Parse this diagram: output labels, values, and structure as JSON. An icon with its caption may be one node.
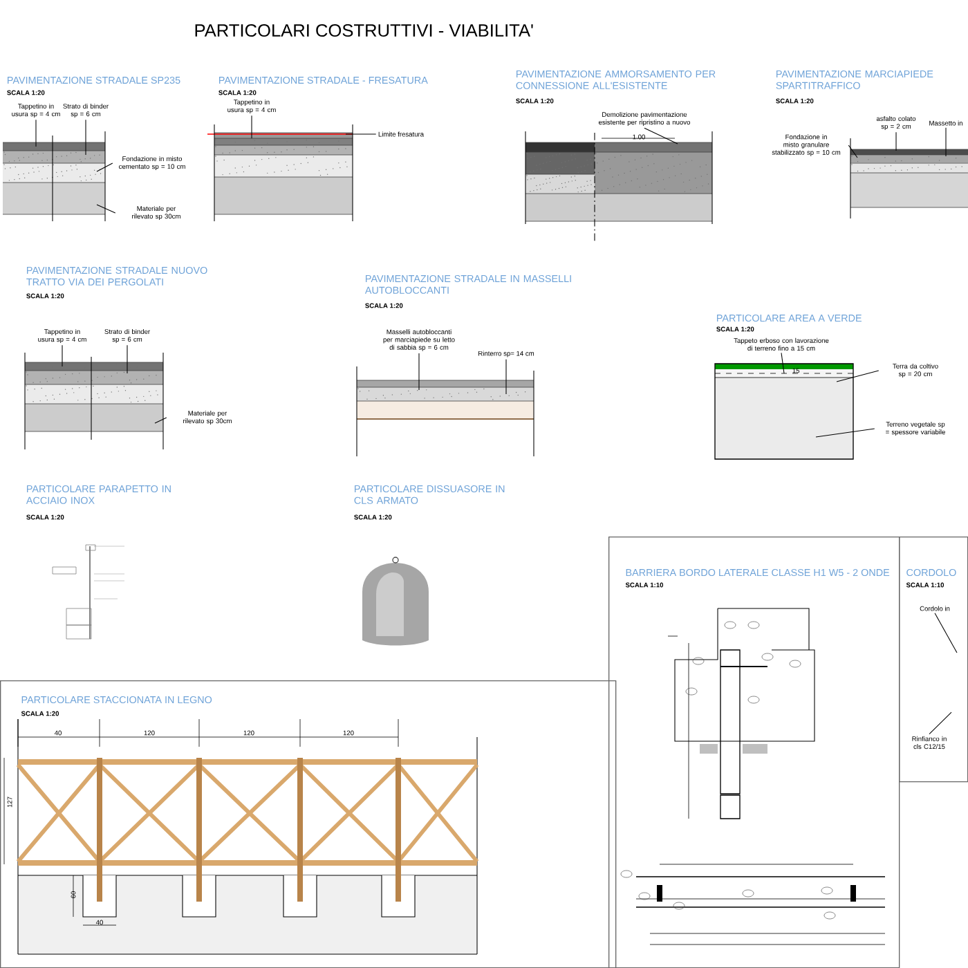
{
  "diagram": {
    "title": "PARTICOLARI COSTRUTTIVI - VIABILITA'",
    "nodes": [
      {
        "text": [
          "PARTICOLARE STACCIONATA IN LEGNO",
          "SCALA 1:20"
        ]
      },
      {
        "text": [
          "BARRIERA BORDO LATERALE CLASSE H1 W5 - 2 ONDE",
          "SCALA 1:10"
        ]
      },
      {
        "text": [
          "CORDOLO",
          "SCALA 1:10"
        ]
      },
      {
        "text": [
          "Tappetino in usura sp = 4 cm"
        ]
      },
      {
        "text": [
          "Strato di binder sp = 6 cm"
        ]
      },
      {
        "text": [
          "Fondazione in misto cementato sp = 10 cm"
        ]
      },
      {
        "text": [
          "Materiale per rilevato sp 30cm"
        ]
      },
      {
        "text": [
          "Tappetino in usura sp = 4 cm"
        ]
      },
      {
        "text": [
          "Limite fresatura"
        ]
      },
      {
        "text": [
          "Demolizione pavimentazione esistente per ripristino a nuovo"
        ]
      },
      {
        "text": [
          "asfalto colato sp = 2 cm"
        ]
      },
      {
        "text": [
          "Massetto in"
        ]
      },
      {
        "text": [
          "Fondazione in misto granulare stabilizzato sp = 10 cm"
        ]
      },
      {
        "text": [
          "Tappetino in usura sp = 4 cm"
        ]
      },
      {
        "text": [
          "Strato di binder sp = 6 cm"
        ]
      },
      {
        "text": [
          "Materiale per rilevato sp 30cm"
        ]
      },
      {
        "text": [
          "Masselli autobloccanti per marciapiede su letto di sabbia sp = 6 cm"
        ]
      },
      {
        "text": [
          "Rinterro sp= 14 cm"
        ]
      },
      {
        "text": [
          "Tappeto erboso con lavorazione di terreno fino a 15 cm"
        ]
      },
      {
        "text": [
          "Terra da coltivo sp = 20 cm"
        ]
      },
      {
        "text": [
          "Terreno vegetale sp = spessore variabile"
        ]
      },
      {
        "text": [
          "Cordolo in"
        ],
        "in": 2
      },
      {
        "text": [
          "Rinfianco in cls C12/15"
        ],
        "in": 2
      },
      {
        "text": [],
        "shape": "picture"
      },
      {
        "text": [],
        "shape": "picture"
      },
      {
        "text": [],
        "shape": "picture"
      },
      {
        "text": [],
        "shape": "picture"
      },
      {
        "text": [],
        "shape": "picture"
      },
      {
        "text": [],
        "shape": "picture"
      },
      {
        "text": [],
        "shape": "picture"
      }
    ],
    "edges": [
      {
        "from": 3,
        "to": 23,
        "arrow": "none"
      },
      {
        "from": 4,
        "to": 23,
        "arrow": "none"
      },
      {
        "from": 5,
        "to": 23,
        "arrow": "none"
      },
      {
        "from": 6,
        "to": 23,
        "arrow": "none"
      },
      {
        "from": 7,
        "to": 24,
        "arrow": "none"
      },
      {
        "from": 8,
        "to": 24,
        "arrow": "none"
      },
      {
        "from": 9,
        "to": 25,
        "arrow": "none"
      },
      {
        "from": 10,
        "to": 26,
        "arrow": "none"
      },
      {
        "from": 11,
        "to": 26,
        "arrow": "none"
      },
      {
        "from": 12,
        "to": 26,
        "arrow": "none"
      },
      {
        "from": 13,
        "to": 27,
        "arrow": "none"
      },
      {
        "from": 14,
        "to": 27,
        "arrow": "none"
      },
      {
        "from": 15,
        "to": 27,
        "arrow": "none"
      },
      {
        "from": 16,
        "to": 28,
        "arrow": "none"
      },
      {
        "from": 17,
        "to": 28,
        "arrow": "none"
      },
      {
        "from": 18,
        "to": 29,
        "arrow": "none"
      },
      {
        "from": 19,
        "to": 29,
        "arrow": "none"
      },
      {
        "from": 20,
        "to": 29,
        "arrow": "none"
      },
      {
        "from": 21,
        "to": null,
        "arrow": "none"
      },
      {
        "from": 22,
        "to": null,
        "arrow": "none"
      }
    ],
    "labels": [
      "PAVIMENTAZIONE STRADALE SP235",
      "SCALA 1:20",
      "PAVIMENTAZIONE STRADALE - FRESATURA",
      "SCALA 1:20",
      "PAVIMENTAZIONE AMMORSAMENTO PER CONNESSIONE ALL'ESISTENTE",
      "SCALA 1:20",
      "1.00",
      "PAVIMENTAZIONE MARCIAPIEDE SPARTITRAFFICO",
      "SCALA 1:20",
      "PAVIMENTAZIONE STRADALE NUOVO TRATTO VIA DEI PERGOLATI",
      "SCALA 1:20",
      "PAVIMENTAZIONE STRADALE IN MASSELLI AUTOBLOCCANTI",
      "SCALA 1:20",
      "PARTICOLARE AREA A VERDE",
      "SCALA 1:20",
      "15",
      "PARTICOLARE PARAPETTO IN ACCIAIO INOX",
      "SCALA 1:20",
      "PARTICOLARE DISSUASORE IN CLS ARMATO",
      "SCALA 1:20",
      "40",
      "120",
      "120",
      "120",
      "127",
      "60",
      "40"
    ]
  }
}
